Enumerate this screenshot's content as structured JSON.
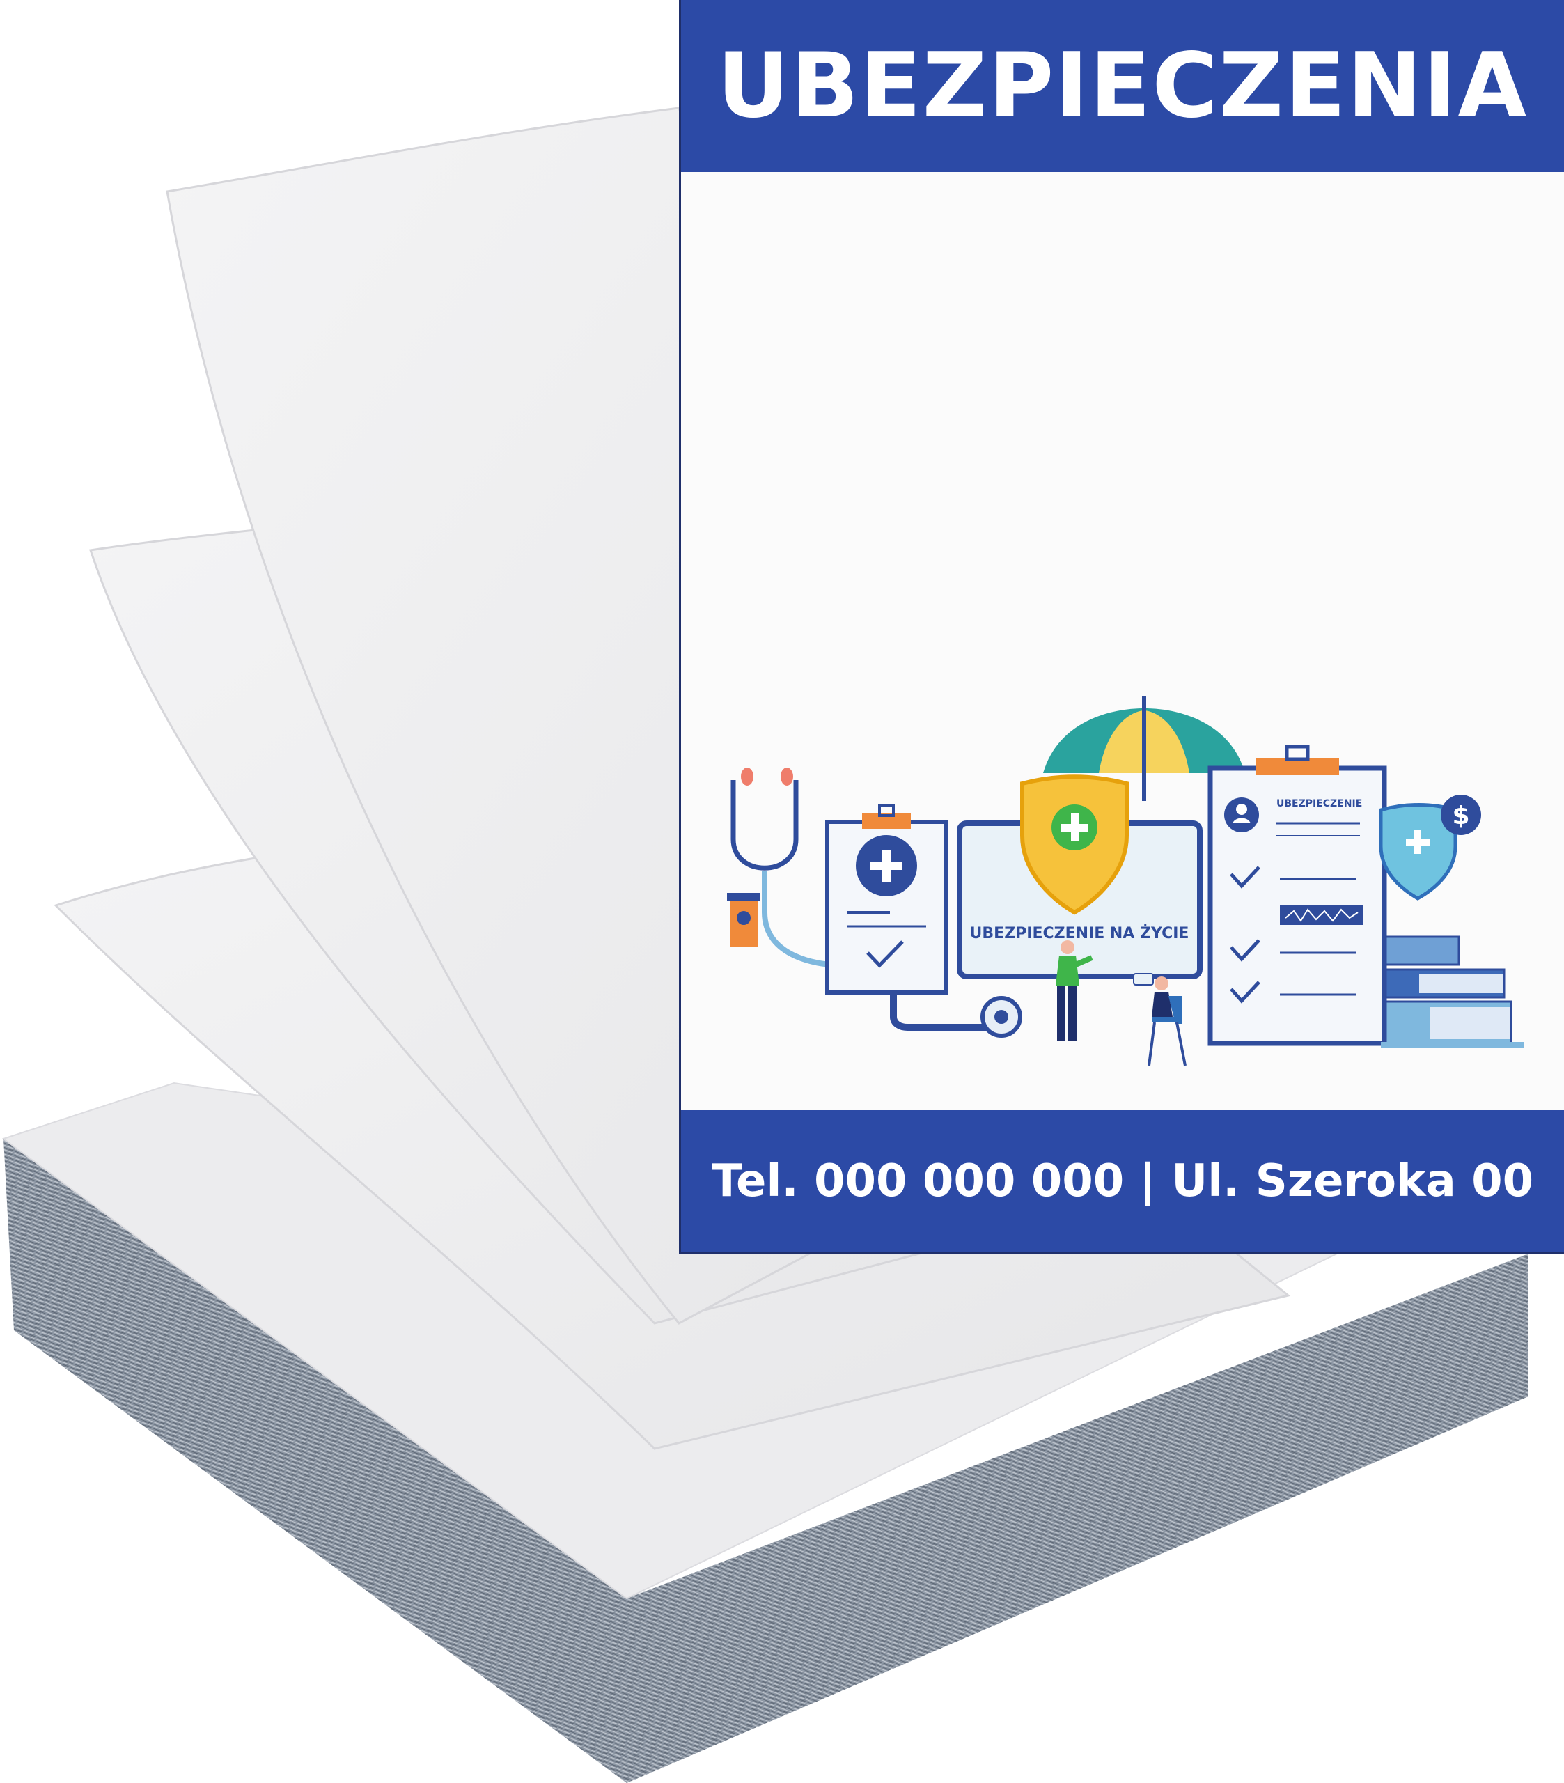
{
  "flyer": {
    "title": "UBEZPIECZENIA",
    "contact": "Tel. 000 000 000 | Ul. Szeroka 00"
  },
  "illustration": {
    "monitor_label": "UBEZPIECZENIE NA ŻYCIE",
    "clipboard_label": "UBEZPIECZENIE",
    "dollar_symbol": "$"
  },
  "colors": {
    "brand_blue": "#2c4aa6",
    "dark_blue": "#1f4e9e",
    "light_blue": "#6fc3e0",
    "yellow": "#f6c23b",
    "green": "#3fb54a",
    "orange": "#f08a3a",
    "teal": "#2aa39e",
    "paper_stack": "#7f8a99"
  }
}
